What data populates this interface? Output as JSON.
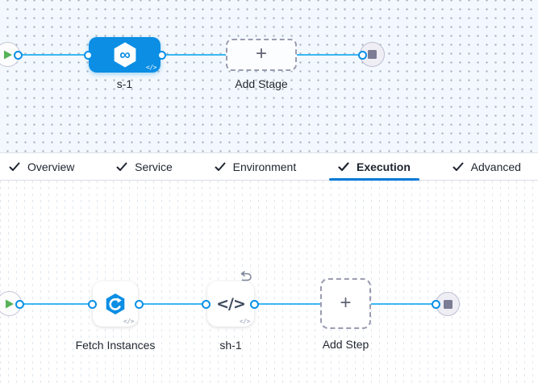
{
  "stage_pipeline": {
    "stage_label": "s-1",
    "add_stage_label": "Add Stage"
  },
  "tabs": [
    {
      "label": "Overview"
    },
    {
      "label": "Service"
    },
    {
      "label": "Environment"
    },
    {
      "label": "Execution"
    },
    {
      "label": "Advanced"
    }
  ],
  "execution_pipeline": {
    "step1_label": "Fetch Instances",
    "step2_label": "sh-1",
    "add_step_label": "Add Step"
  },
  "icons": {
    "plus": "+",
    "infinity": "∞",
    "code": "</>",
    "shell": "</>"
  },
  "colors": {
    "node_blue": "#0b8ee4",
    "edge_blue": "#3db6f2",
    "tab_underline_blue": "#0278d5",
    "play_green": "#57b257",
    "canvas_top_bg": "#f2f8fd"
  }
}
